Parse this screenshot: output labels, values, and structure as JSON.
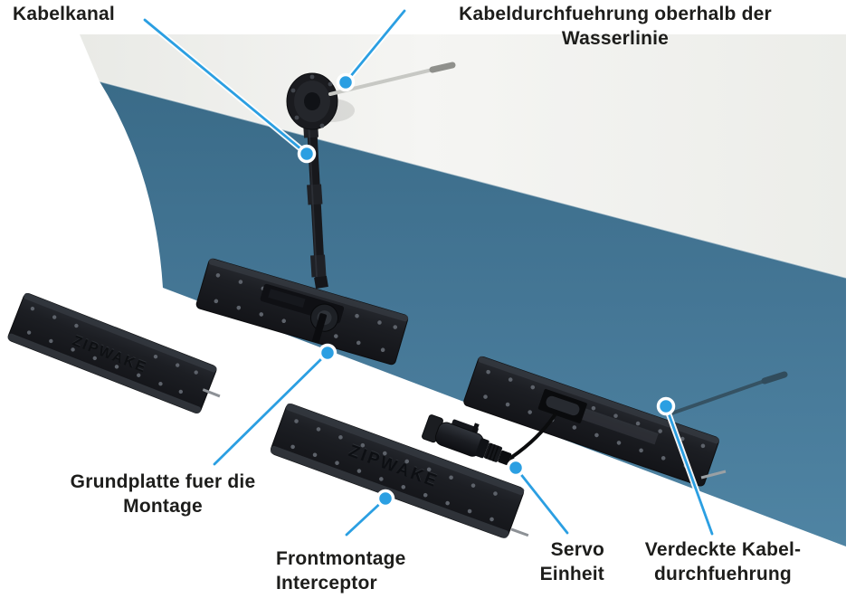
{
  "figure": {
    "type": "interceptor-installation-diagram",
    "brand_logo": "ZIPWAKE",
    "colors": {
      "accent": "#2B9FE2",
      "hull_topside": "#EFEFEC",
      "hull_bottom": "#44758F",
      "label_text": "#1D1D1B"
    },
    "callouts": {
      "kabelkanal": {
        "text": "Kabelkanal"
      },
      "cable_gland_above_waterline": {
        "line1": "Kabeldurchfuehrung oberhalb der",
        "line2": "Wasserlinie"
      },
      "mounting_base_plate": {
        "line1": "Grundplatte fuer die",
        "line2": "Montage"
      },
      "front_mount_interceptor": {
        "line1": "Frontmontage",
        "line2": "Interceptor"
      },
      "servo_unit": {
        "line1": "Servo",
        "line2": "Einheit"
      },
      "concealed_cable_gland": {
        "line1": "Verdeckte Kabel-",
        "line2": "durchfuehrung"
      }
    }
  }
}
